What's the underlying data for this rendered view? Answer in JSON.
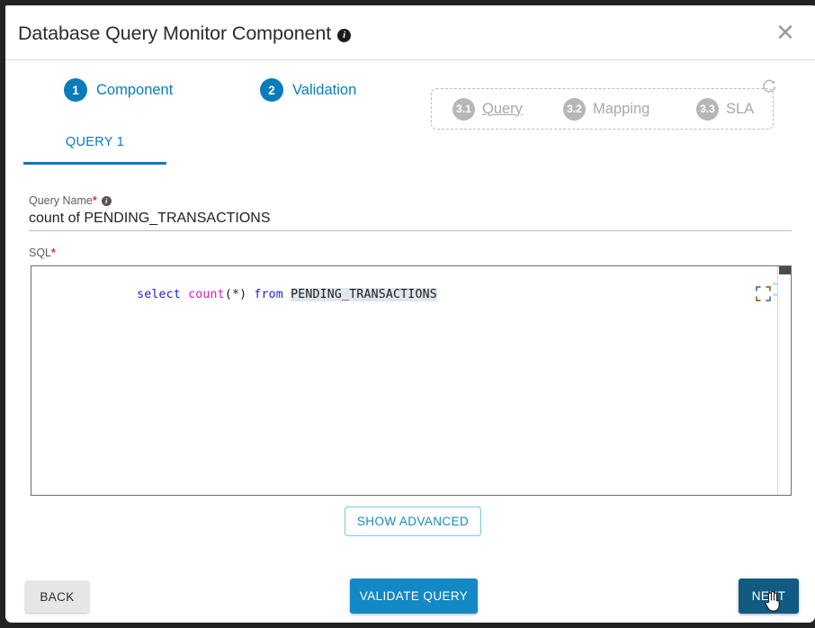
{
  "window": {
    "title": "Database Query Monitor Component",
    "title_info_icon": "info-icon",
    "close_icon": "close-icon"
  },
  "stepper": {
    "steps": [
      {
        "num": "1",
        "label": "Component",
        "state": "active"
      },
      {
        "num": "2",
        "label": "Validation",
        "state": "active"
      }
    ],
    "substeps": {
      "refresh_icon": "refresh-icon",
      "items": [
        {
          "num": "3.1",
          "label": "Query",
          "state": "disabled",
          "underlined": true
        },
        {
          "num": "3.2",
          "label": "Mapping",
          "state": "disabled",
          "underlined": false
        },
        {
          "num": "3.3",
          "label": "SLA",
          "state": "disabled",
          "underlined": false
        }
      ]
    }
  },
  "tabs": [
    {
      "label": "QUERY 1",
      "active": true
    }
  ],
  "form": {
    "query_name": {
      "label": "Query Name",
      "required_marker": "*",
      "info_icon": "info-icon",
      "value": "count of PENDING_TRANSACTIONS",
      "placeholder": ""
    },
    "sql": {
      "label": "SQL",
      "required_marker": "*",
      "expand_icon": "fullscreen-icon",
      "code_tokens": [
        {
          "text": "select",
          "type": "keyword"
        },
        {
          "text": " ",
          "type": "plain"
        },
        {
          "text": "count",
          "type": "function"
        },
        {
          "text": "(*)",
          "type": "punctuation"
        },
        {
          "text": " ",
          "type": "plain"
        },
        {
          "text": "from",
          "type": "keyword"
        },
        {
          "text": " ",
          "type": "plain"
        },
        {
          "text": "PENDING_TRANSACTIONS",
          "type": "table"
        }
      ],
      "code_plain": "select count(*) from PENDING_TRANSACTIONS"
    },
    "show_advanced_label": "SHOW ADVANCED"
  },
  "footer": {
    "back_label": "BACK",
    "validate_label": "VALIDATE QUERY",
    "next_label": "NEXT"
  },
  "colors": {
    "accent": "#0a7cb9",
    "primary_button": "#1288c4",
    "next_button": "#115b82",
    "disabled_gray": "#b7b7b7",
    "required_red": "#e03131",
    "keyword_blue": "#2020d6",
    "function_pink": "#e015b7",
    "table_highlight": "#dfe6ee"
  }
}
